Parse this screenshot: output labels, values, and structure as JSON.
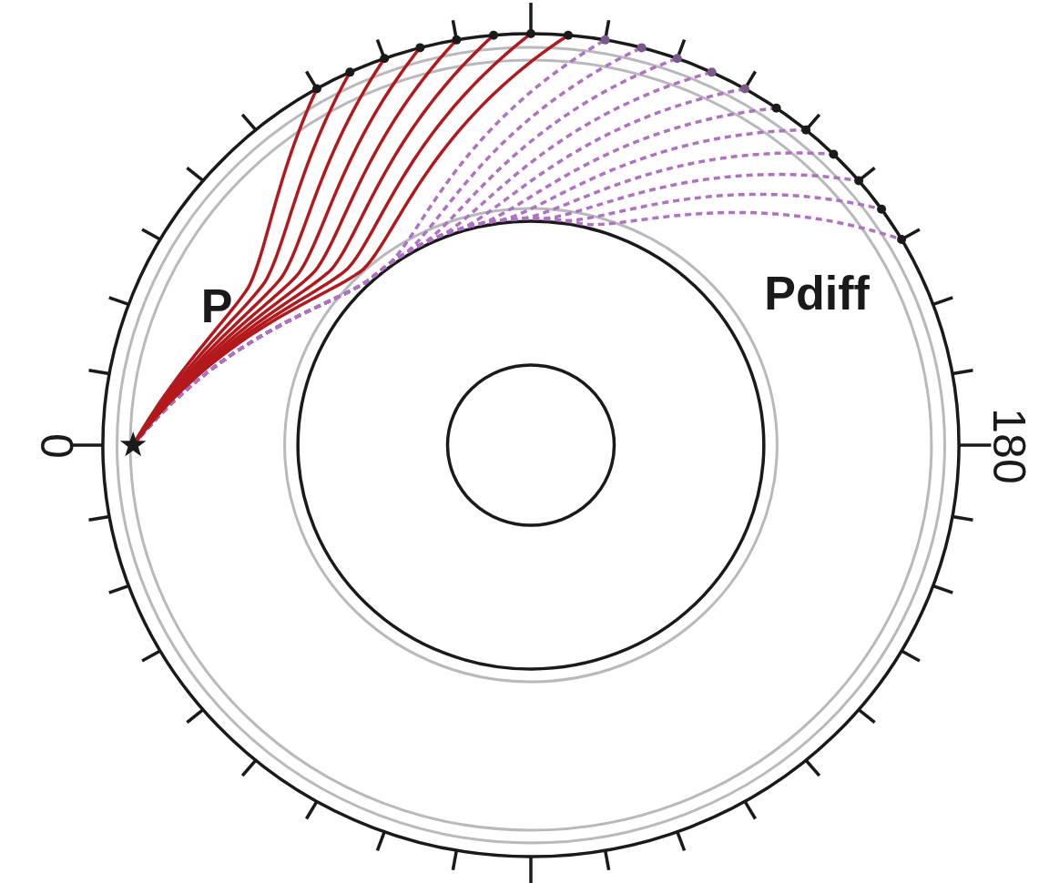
{
  "diagram": {
    "labels": [
      "P",
      "Pdiff",
      "0",
      "180"
    ]
  }
}
